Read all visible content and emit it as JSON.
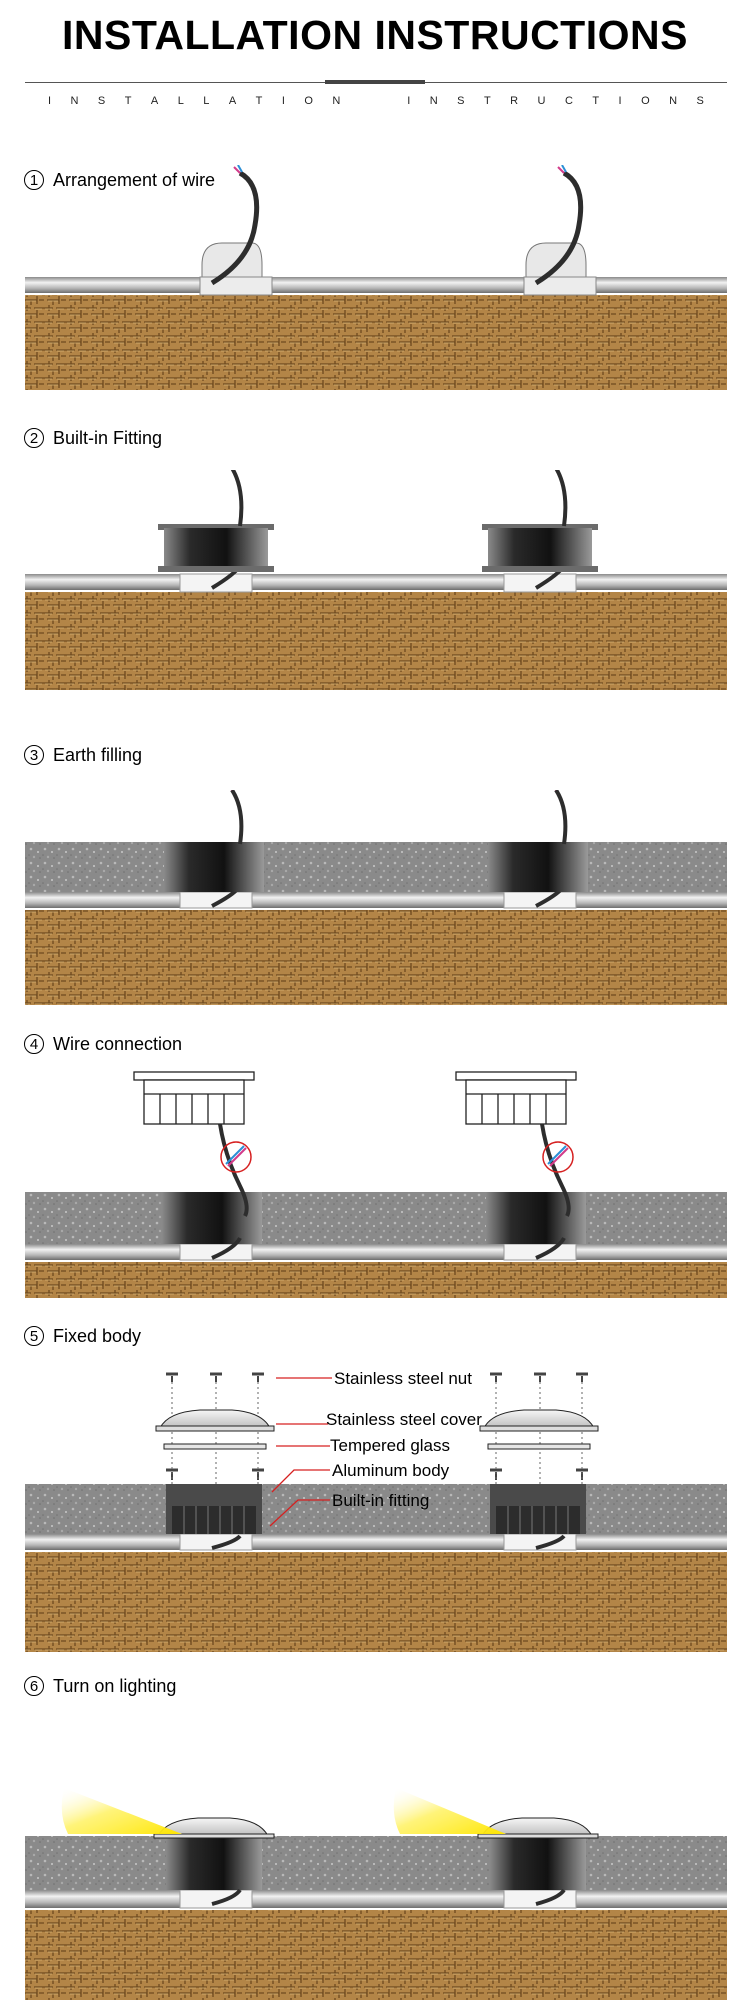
{
  "header": {
    "title": "INSTALLATION INSTRUCTIONS",
    "subtitle_words": [
      "INSTALLATION",
      "INSTRUCTIONS"
    ]
  },
  "steps": [
    {
      "number": "1",
      "label": "Arrangement of wire"
    },
    {
      "number": "2",
      "label": "Built-in Fitting"
    },
    {
      "number": "3",
      "label": "Earth filling"
    },
    {
      "number": "4",
      "label": "Wire connection"
    },
    {
      "number": "5",
      "label": "Fixed body"
    },
    {
      "number": "6",
      "label": "Turn on lighting"
    }
  ],
  "callouts": {
    "nut": "Stainless steel nut",
    "cover": "Stainless steel cover",
    "glass": "Tempered glass",
    "body": "Aluminum body",
    "fitting": "Built-in fitting"
  },
  "colors": {
    "soil": "#b38547",
    "soil_dark": "#6e4a1f",
    "gravel": "#8d8d8d",
    "pipe": "#c9c9c9",
    "fitting_dark": "#1a1a1a",
    "light": "#ffe600",
    "callout_line": "#d62020"
  }
}
